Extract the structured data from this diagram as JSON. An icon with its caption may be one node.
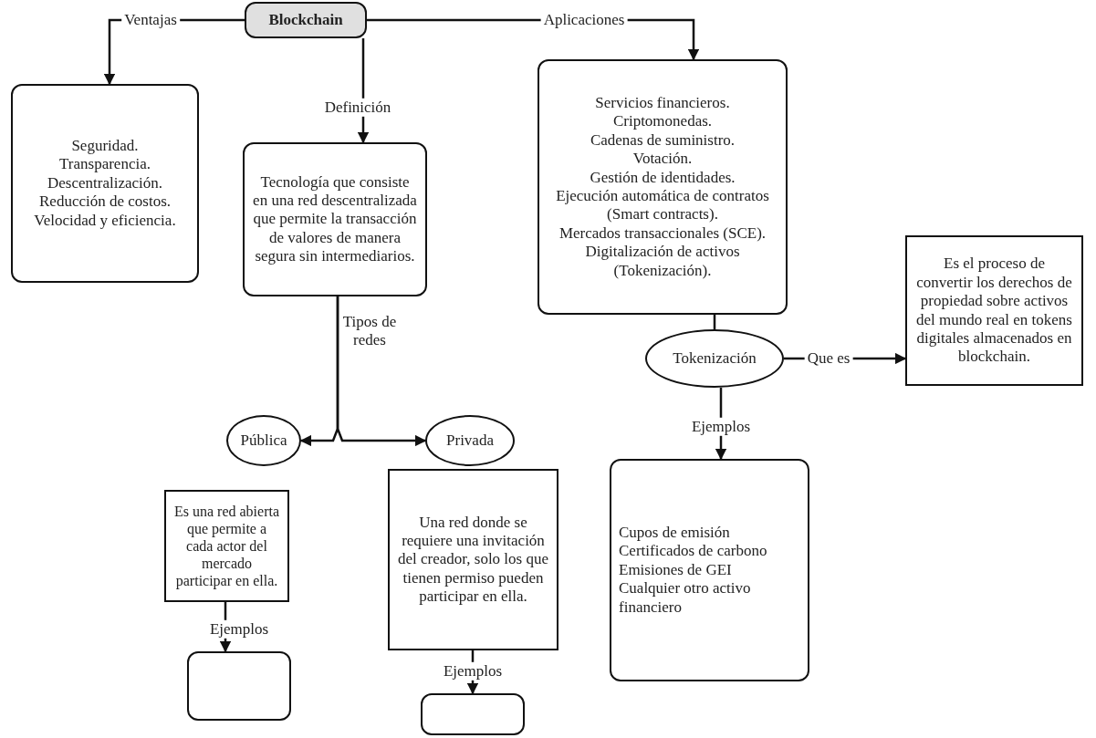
{
  "diagram": {
    "nodes": [
      {
        "text": [
          "Blockchain"
        ]
      },
      {
        "text": [
          "Seguridad.",
          "Transparencia.",
          "Descentralización.",
          "Reducción de costos.",
          "Velocidad y eficiencia."
        ]
      },
      {
        "text": [
          "Tecnología que consiste en una red descentralizada que permite la transacción de valores de manera segura sin intermediarios."
        ]
      },
      {
        "text": [
          "Servicios financieros.",
          "Criptomonedas.",
          "Cadenas de suministro.",
          "Votación.",
          "Gestión de identidades.",
          "Ejecución automática de contratos (Smart contracts).",
          "Mercados transaccionales (SCE).",
          "Digitalización de activos (Tokenización)."
        ]
      },
      {
        "text": [
          "Pública"
        ]
      },
      {
        "text": [
          "Privada"
        ]
      },
      {
        "text": [
          "Tokenización"
        ]
      },
      {
        "text": [
          "Es el proceso de convertir los derechos de propiedad sobre activos del mundo real en tokens digitales almacenados en blockchain."
        ]
      },
      {
        "text": [
          "Es una red abierta que permite a cada actor del mercado participar en ella."
        ]
      },
      {
        "text": [
          "Una red donde se requiere una invitación del creador, solo los que tienen permiso pueden participar en ella."
        ]
      },
      {
        "text": [
          "Cupos de emisión",
          "Certificados de carbono",
          "Emisiones de GEI",
          "Cualquier otro activo financiero"
        ]
      },
      {
        "text": [],
        "shape": "box"
      },
      {
        "text": [],
        "shape": "box"
      }
    ],
    "edges": [
      {
        "from": 0,
        "to": 1,
        "arrow": "to",
        "label": "Ventajas"
      },
      {
        "from": 0,
        "to": 2,
        "arrow": "to",
        "label": "Definición"
      },
      {
        "from": 0,
        "to": 3,
        "arrow": "to",
        "label": "Aplicaciones"
      },
      {
        "from": 2,
        "to": 4,
        "arrow": "to",
        "label": "Tipos de redes"
      },
      {
        "from": 2,
        "to": 5,
        "arrow": "to"
      },
      {
        "from": 3,
        "to": 6,
        "arrow": "none"
      },
      {
        "from": 6,
        "to": 7,
        "arrow": "to",
        "label": "Que es"
      },
      {
        "from": 6,
        "to": 10,
        "arrow": "to",
        "label": "Ejemplos"
      },
      {
        "from": 8,
        "to": 11,
        "arrow": "to",
        "label": "Ejemplos"
      },
      {
        "from": 9,
        "to": 12,
        "arrow": "to",
        "label": "Ejemplos"
      }
    ]
  }
}
